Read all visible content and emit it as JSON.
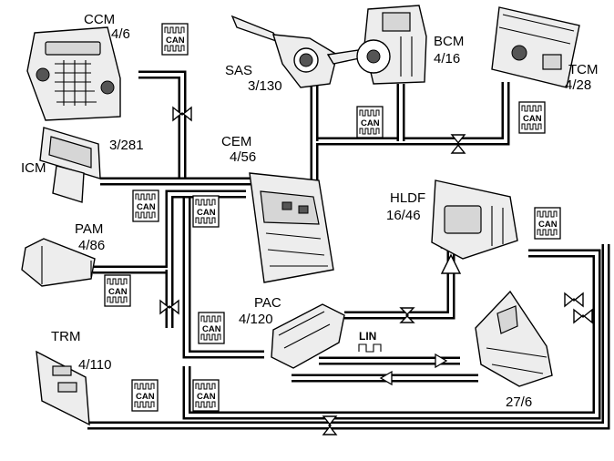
{
  "modules": {
    "ccm": {
      "name": "CCM",
      "code": "4/6"
    },
    "sas": {
      "name": "SAS",
      "code": "3/130"
    },
    "bcm": {
      "name": "BCM",
      "code": "4/16"
    },
    "tcm": {
      "name": "TCM",
      "code": "4/28"
    },
    "icm": {
      "name": "ICM",
      "code": "3/281"
    },
    "cem": {
      "name": "CEM",
      "code": "4/56"
    },
    "hldf": {
      "name": "HLDF",
      "code": "16/46"
    },
    "pam": {
      "name": "PAM",
      "code": "4/86"
    },
    "pac": {
      "name": "PAC",
      "code": "4/120"
    },
    "trm": {
      "name": "TRM",
      "code": "4/110"
    },
    "lamp": {
      "code": "27/6"
    }
  },
  "bus": {
    "can_label": "CAN",
    "lin_label": "LIN"
  },
  "colors": {
    "line": "#000000",
    "device_fill": "#ededed",
    "background": "#ffffff"
  }
}
